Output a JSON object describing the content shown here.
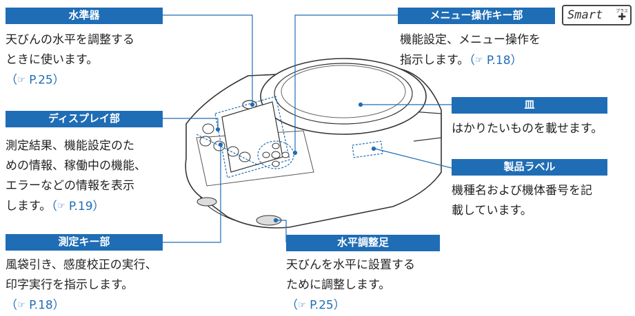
{
  "badge": {
    "text": "Smart",
    "ruby": "プラス",
    "plus_glyph": "✚"
  },
  "ref_icon": "pointing-hand-icon",
  "callouts": {
    "level": {
      "title": "水準器",
      "lines": [
        "天びんの水平を調整する",
        "ときに使います。"
      ],
      "ref": "P.25"
    },
    "display": {
      "title": "ディスプレイ部",
      "lines": [
        "測定結果、機能設定のた",
        "めの情報、稼働中の機能、",
        "エラーなどの情報を表示",
        "します。"
      ],
      "ref": "P.19"
    },
    "keys": {
      "title": "測定キー部",
      "lines": [
        "風袋引き、感度校正の実行、",
        "印字実行を指示します。"
      ],
      "ref": "P.18"
    },
    "menu": {
      "title": "メニュー操作キー部",
      "lines": [
        "機能設定、メニュー操作を",
        "指示します。"
      ],
      "ref": "P.18"
    },
    "pan": {
      "title": "皿",
      "lines": [
        "はかりたいものを載せます。"
      ],
      "ref": ""
    },
    "label": {
      "title": "製品ラベル",
      "lines": [
        "機種名および機体番号を記",
        "載しています。"
      ],
      "ref": ""
    },
    "foot": {
      "title": "水平調整足",
      "lines": [
        "天びんを水平に設置する",
        "ために調整します。"
      ],
      "ref": "P.25"
    }
  },
  "colors": {
    "accent": "#1f6db5",
    "outline": "#333333",
    "callout_line": "#1f6db5"
  }
}
